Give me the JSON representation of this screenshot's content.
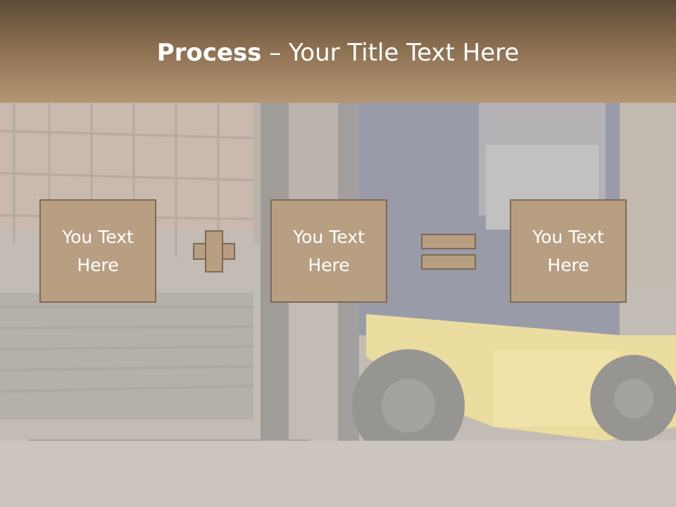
{
  "title": {
    "bold": "Process",
    "rest": " – Your Title Text Here"
  },
  "steps": [
    {
      "text": "You Text Here"
    },
    {
      "text": "You Text Here"
    },
    {
      "text": "You Text Here"
    }
  ],
  "operators": [
    "plus",
    "equals"
  ],
  "colors": {
    "header_top": "#5e4a35",
    "header_bottom": "#b39673",
    "box_fill": "#b89f82",
    "box_border": "#7d6a55",
    "text": "#ffffff"
  }
}
